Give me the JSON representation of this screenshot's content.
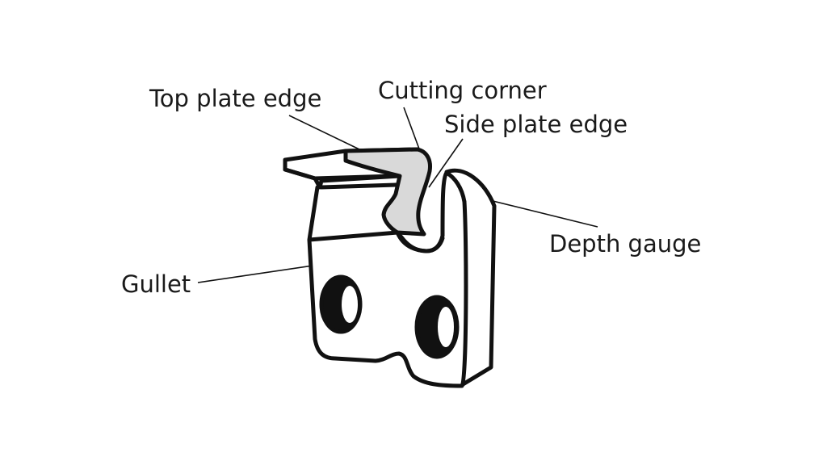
{
  "labels": {
    "top_plate_edge": "Top plate edge",
    "cutting_corner": "Cutting corner",
    "side_plate_edge": "Side plate edge",
    "depth_gauge": "Depth gauge",
    "gullet": "Gullet"
  },
  "colors": {
    "stroke": "#111111",
    "highlight": "#d9d9d9"
  }
}
